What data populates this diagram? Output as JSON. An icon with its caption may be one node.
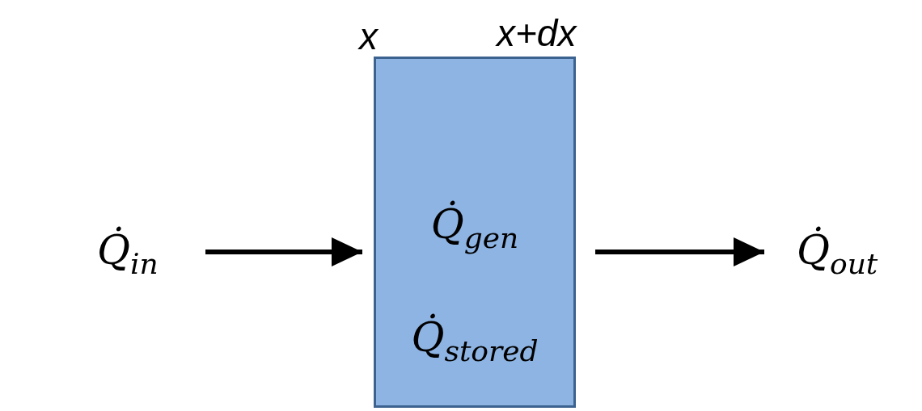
{
  "diagram": {
    "nodes": [
      {
        "text": [
          "Q̇$_{in}$"
        ]
      },
      {
        "text": [
          "Q̇$_{gen}$",
          "Q̇$_{stored}$"
        ]
      },
      {
        "text": [
          "Q̇$_{out}$"
        ]
      }
    ],
    "edges": [
      {
        "from": 0,
        "to": 1,
        "arrow": "to"
      },
      {
        "from": 1,
        "to": 2,
        "arrow": "to"
      }
    ],
    "labels": [
      "x",
      "x+dx"
    ]
  }
}
